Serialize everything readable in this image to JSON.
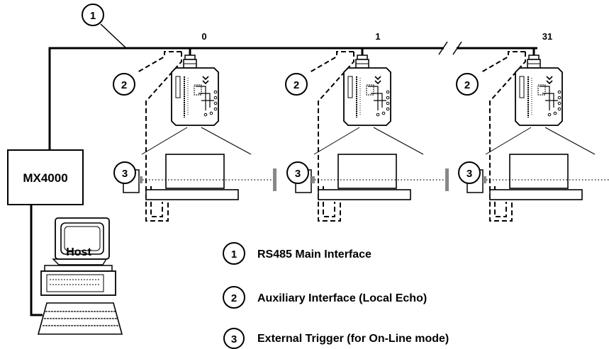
{
  "controller": {
    "label": "MX4000"
  },
  "host": {
    "label": "Host"
  },
  "nodes": [
    {
      "address": "0"
    },
    {
      "address": "1"
    },
    {
      "address": "31"
    }
  ],
  "callouts": {
    "c1": "1",
    "c2": "2",
    "c3": "3"
  },
  "legend": [
    {
      "number": "1",
      "text": "RS485 Main Interface"
    },
    {
      "number": "2",
      "text": "Auxiliary Interface (Local Echo)"
    },
    {
      "number": "3",
      "text": "External Trigger (for On-Line mode)"
    }
  ]
}
